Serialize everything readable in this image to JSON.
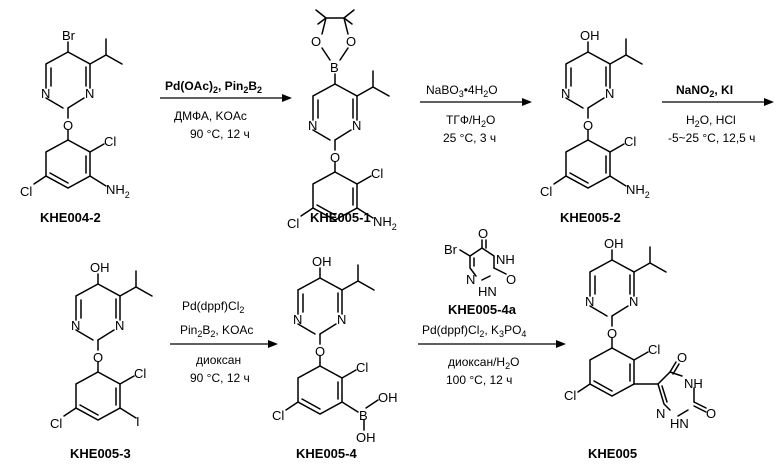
{
  "compounds": {
    "khe004_2": "KHE004-2",
    "khe005_1": "KHE005-1",
    "khe005_2": "KHE005-2",
    "khe005_3": "KHE005-3",
    "khe005_4": "KHE005-4",
    "khe005": "KHE005",
    "khe005_4a": "KHE005-4a"
  },
  "atoms": {
    "Br": "Br",
    "N": "N",
    "O": "O",
    "Cl": "Cl",
    "NH2": "NH",
    "H2_sub": "2",
    "OH": "OH",
    "B": "B",
    "I": "I",
    "NH": "NH",
    "H": "H",
    "OH_b": "OH"
  },
  "step1": {
    "line1": "Pd(OAc)",
    "line1_sub": "2",
    "line1_b": ", Pin",
    "line1_sub2": "2",
    "line1_c": "B",
    "line1_sub3": "2",
    "line2": "ДМФА, KOAc",
    "line3": "90 °C, 12 ч"
  },
  "step2": {
    "line1": "NaBO",
    "line1_sub": "3",
    "line1_b": "•4H",
    "line1_sub2": "2",
    "line1_c": "O",
    "line2": "ТГФ/H",
    "line2_sub": "2",
    "line2_b": "O",
    "line3": "25 °C, 3 ч"
  },
  "step3": {
    "line1": "NaNO",
    "line1_sub": "2",
    "line1_b": ", KI",
    "line2": "H",
    "line2_sub": "2",
    "line2_b": "O, HCl",
    "line3": "-5~25 °C, 12,5 ч"
  },
  "step4": {
    "line1": "Pd(dppf)Cl",
    "line1_sub": "2",
    "line2": "Pin",
    "line2_sub": "2",
    "line2_b": "B",
    "line2_sub2": "2",
    "line2_c": ",  KOAc",
    "line3": "диоксан",
    "line4": "90 °C, 12 ч"
  },
  "step5": {
    "line1": "Pd(dppf)Cl",
    "line1_sub": "2",
    "line1_b": ", K",
    "line1_sub2": "3",
    "line1_c": "PO",
    "line1_sub3": "4",
    "line2": "диоксан/H",
    "line2_sub": "2",
    "line2_b": "O",
    "line3": "100 °C, 12 ч"
  }
}
